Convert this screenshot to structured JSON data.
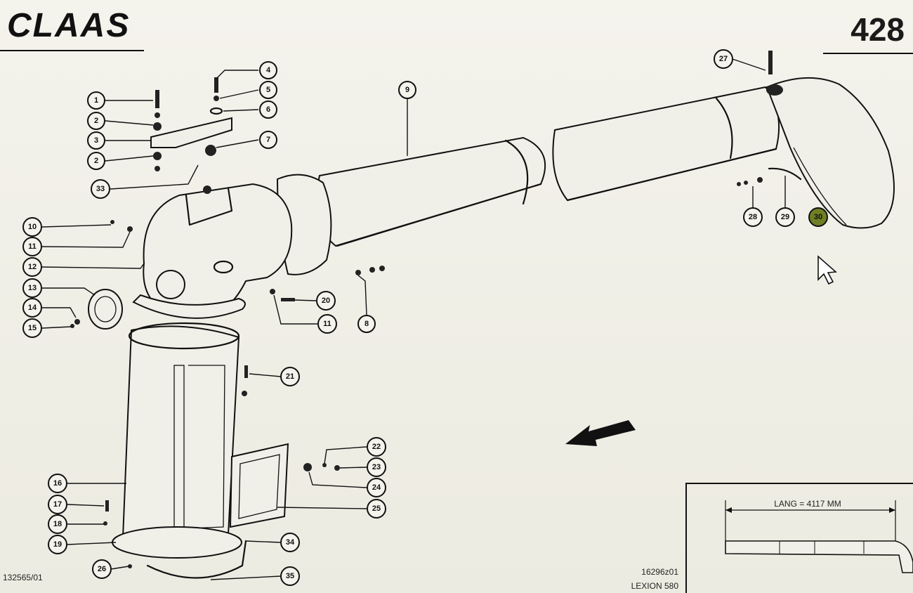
{
  "header": {
    "brand": "CLAAS",
    "page_number": "428"
  },
  "footer": {
    "left_code": "132565/01",
    "right_code": "16296z01",
    "model": "LEXION 580"
  },
  "inset": {
    "length_label": "LANG = 4117 MM"
  },
  "callouts": {
    "c1": "1",
    "c2a": "2",
    "c3": "3",
    "c2b": "2",
    "c33": "33",
    "c4": "4",
    "c5": "5",
    "c6": "6",
    "c7": "7",
    "c9": "9",
    "c10": "10",
    "c11a": "11",
    "c12": "12",
    "c13": "13",
    "c14": "14",
    "c15": "15",
    "c20": "20",
    "c11b": "11",
    "c8": "8",
    "c21": "21",
    "c16": "16",
    "c17": "17",
    "c18": "18",
    "c19": "19",
    "c26": "26",
    "c22": "22",
    "c23": "23",
    "c24": "24",
    "c25": "25",
    "c34": "34",
    "c35": "35",
    "c27": "27",
    "c28": "28",
    "c29": "29",
    "c30": "30"
  },
  "colors": {
    "background": "#eeeee6",
    "ink": "#111111",
    "highlight": "#6f7f24"
  },
  "icons": {
    "cursor": "mouse-pointer-icon",
    "direction": "direction-arrow-icon"
  }
}
